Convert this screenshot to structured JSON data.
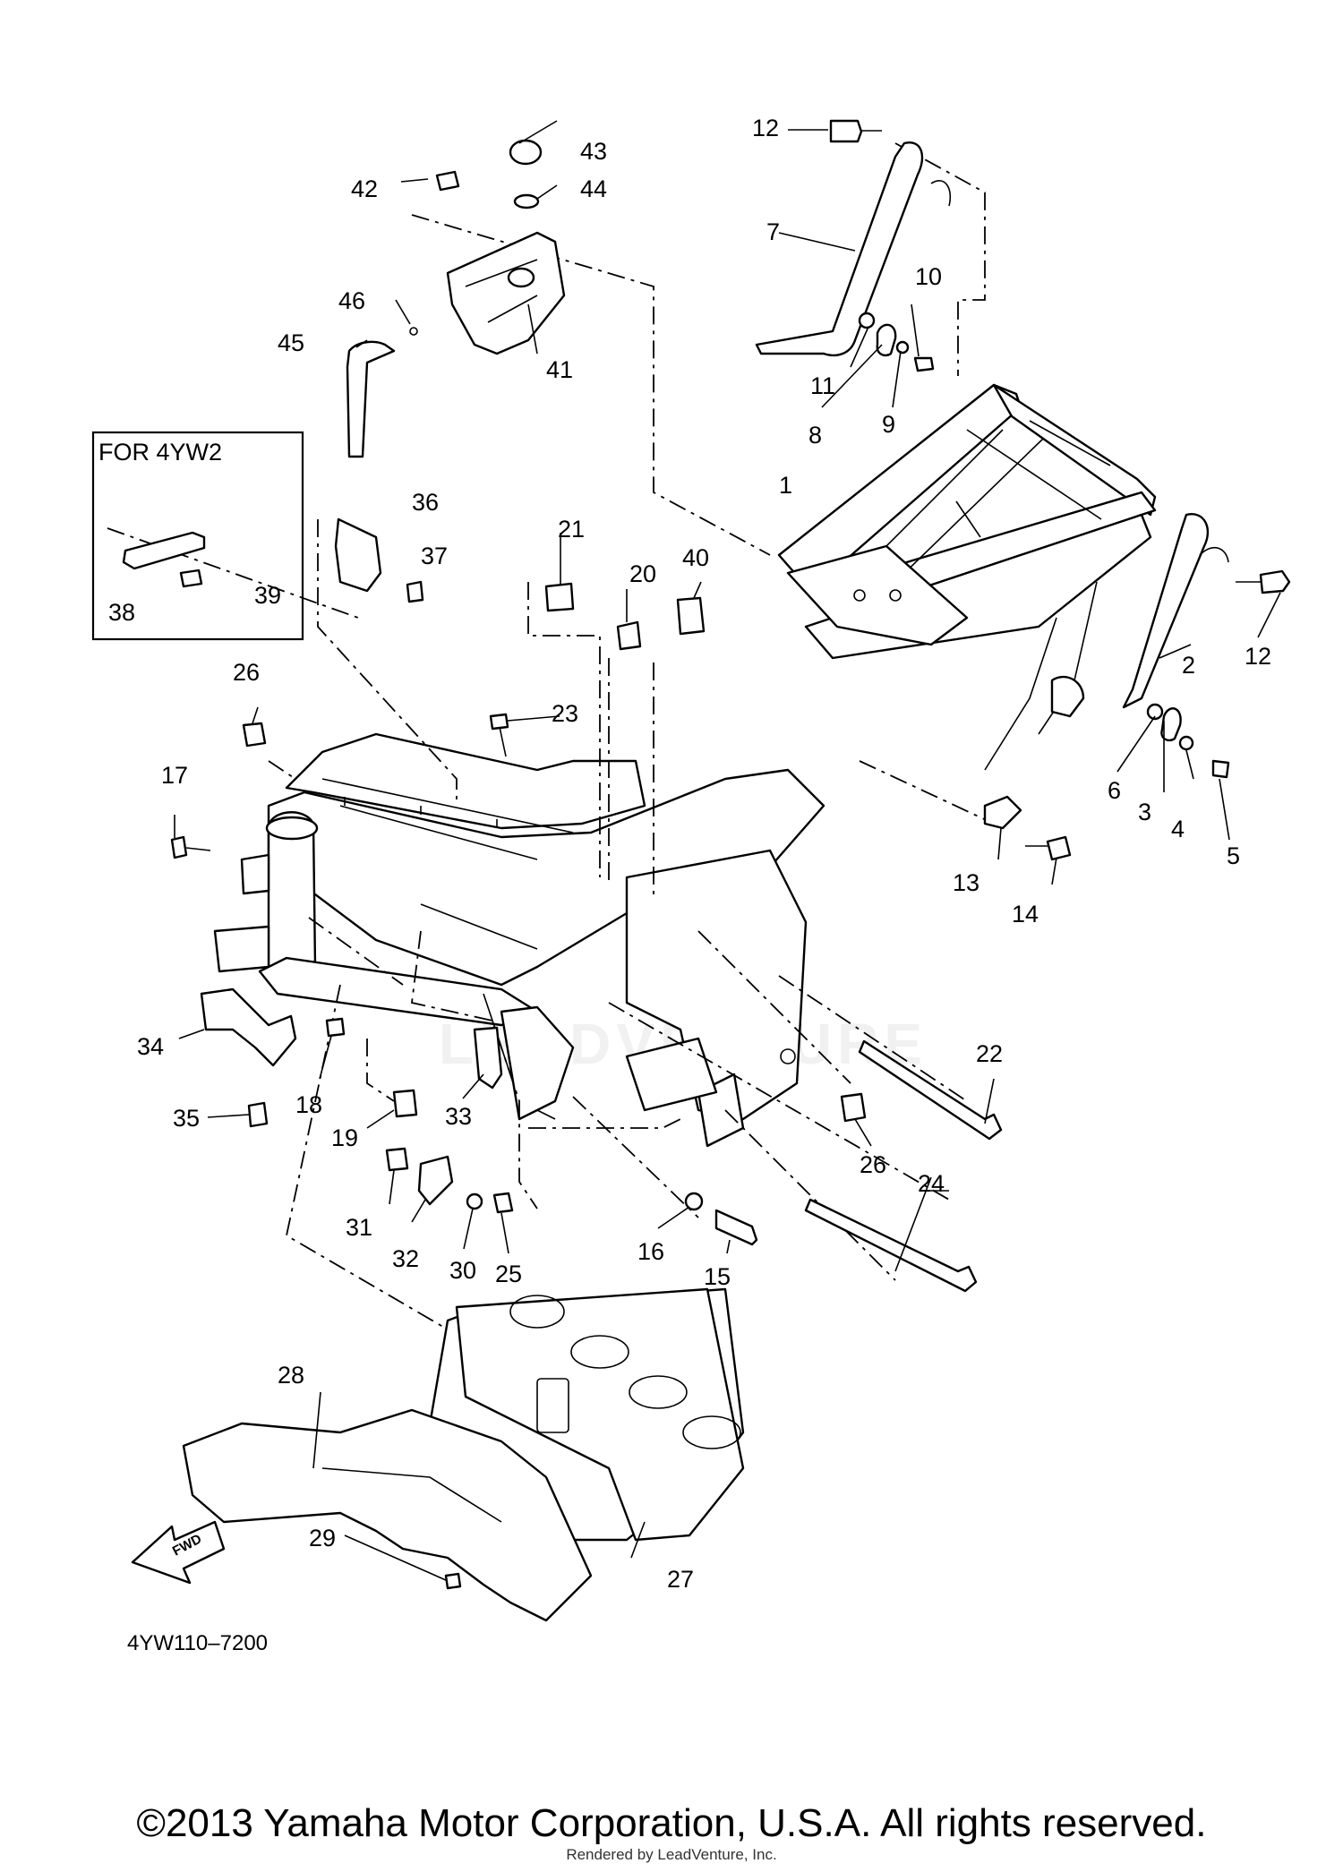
{
  "inset_box": {
    "title": "FOR 4YW2"
  },
  "figure_code": "4YW110–7200",
  "fwd_label": "FWD",
  "watermark": "LEADVENTURE",
  "callouts": [
    "1",
    "2",
    "3",
    "4",
    "5",
    "6",
    "7",
    "8",
    "9",
    "10",
    "11",
    "12",
    "12",
    "13",
    "14",
    "15",
    "16",
    "17",
    "18",
    "19",
    "20",
    "21",
    "22",
    "23",
    "24",
    "25",
    "26",
    "26",
    "27",
    "28",
    "29",
    "30",
    "31",
    "32",
    "33",
    "34",
    "35",
    "36",
    "37",
    "38",
    "39",
    "40",
    "41",
    "42",
    "43",
    "44",
    "45",
    "46"
  ],
  "footer": {
    "copyright": "©2013 Yamaha Motor Corporation, U.S.A. All rights reserved.",
    "rendered_by": "Rendered by LeadVenture, Inc."
  }
}
